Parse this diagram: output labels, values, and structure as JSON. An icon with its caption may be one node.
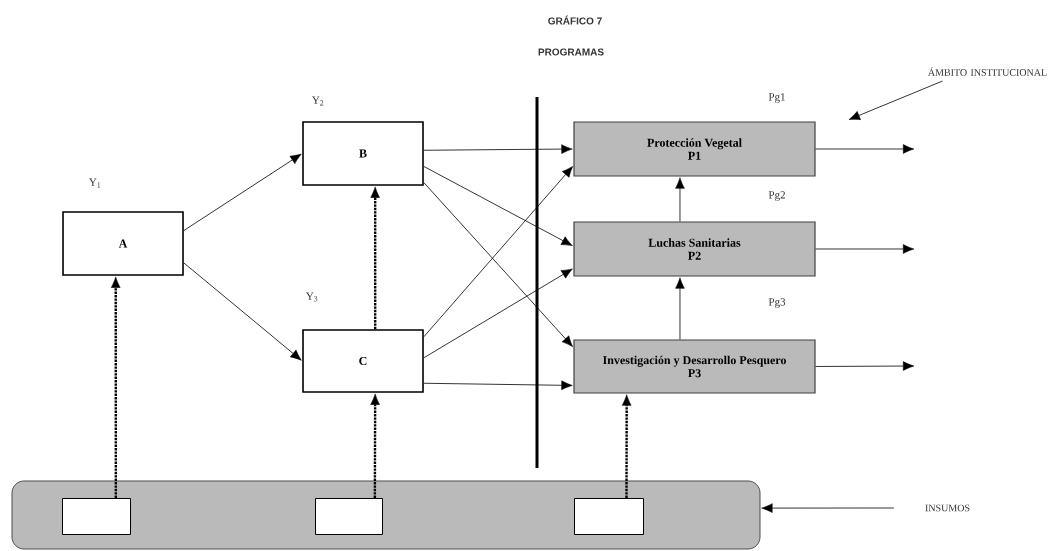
{
  "diagram": {
    "title": "GRÁFICO 7",
    "nodes": [
      {
        "text": [
          "A"
        ],
        "beside": [
          "Y$_{1}$"
        ]
      },
      {
        "text": [
          "B"
        ],
        "beside": [
          "Y$_{2}$"
        ]
      },
      {
        "text": [
          "C"
        ],
        "beside": [
          "Y$_{3}$"
        ]
      },
      {
        "text": [
          "Protección Vegetal",
          "P1"
        ],
        "beside": [
          "Pg1"
        ]
      },
      {
        "text": [
          "Luchas Sanitarias",
          "P2"
        ],
        "beside": [
          "Pg2"
        ]
      },
      {
        "text": [
          "Investigación y Desarrollo Pesquero",
          "P3"
        ],
        "beside": [
          "Pg3"
        ]
      },
      {
        "text": [],
        "shape": "box"
      },
      {
        "text": [],
        "shape": "box",
        "in": 6
      },
      {
        "text": [],
        "shape": "box",
        "in": 6
      },
      {
        "text": [],
        "shape": "box",
        "in": 6
      },
      {
        "text": [
          "INSUMOS"
        ]
      },
      {
        "text": [
          "ÁMBITO INSTITUCIONAL"
        ]
      }
    ],
    "edges": [
      {
        "from": 0,
        "to": 1,
        "arrow": "to"
      },
      {
        "from": 0,
        "to": 2,
        "arrow": "to"
      },
      {
        "from": 1,
        "to": 3,
        "arrow": "to"
      },
      {
        "from": 1,
        "to": 4,
        "arrow": "to"
      },
      {
        "from": 1,
        "to": 5,
        "arrow": "to"
      },
      {
        "from": 2,
        "to": 3,
        "arrow": "to"
      },
      {
        "from": 2,
        "to": 4,
        "arrow": "to"
      },
      {
        "from": 2,
        "to": 5,
        "arrow": "to"
      },
      {
        "from": 4,
        "to": 3,
        "arrow": "to"
      },
      {
        "from": 5,
        "to": 4,
        "arrow": "to"
      },
      {
        "from": 3,
        "to": null,
        "arrow": "to"
      },
      {
        "from": 4,
        "to": null,
        "arrow": "to"
      },
      {
        "from": 5,
        "to": null,
        "arrow": "to"
      },
      {
        "from": 7,
        "to": 0,
        "arrow": "to",
        "style": "dashed"
      },
      {
        "from": 8,
        "to": 2,
        "arrow": "to",
        "style": "dashed"
      },
      {
        "from": 2,
        "to": 1,
        "arrow": "to",
        "style": "dashed"
      },
      {
        "from": 9,
        "to": 5,
        "arrow": "to",
        "style": "dashed"
      },
      {
        "from": 10,
        "to": 6,
        "arrow": "to"
      },
      {
        "from": 11,
        "to": null,
        "arrow": "to"
      }
    ],
    "labels": [
      "PROGRAMAS"
    ]
  }
}
